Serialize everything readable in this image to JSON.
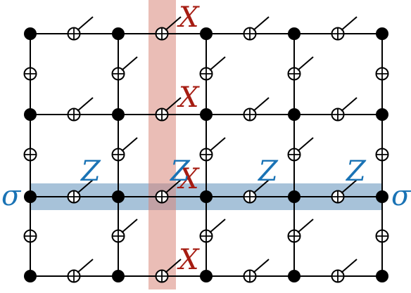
{
  "lattice": {
    "rows": 4,
    "cols": 4,
    "site_kinds": [
      "vertex",
      "edge-qubit",
      "edge-qubit-diag"
    ],
    "row_band_index": 2,
    "col_band_index": 1
  },
  "labels": {
    "x_label": "X",
    "z_label": "Z",
    "sigma_label": "σ"
  },
  "colors": {
    "line": "#000000",
    "node": "#000000",
    "x_label": "#a61c12",
    "z_label": "#1a73b5",
    "sigma_label": "#1a73b5",
    "row_band": "#5f8fba",
    "col_band": "#d9867a"
  }
}
